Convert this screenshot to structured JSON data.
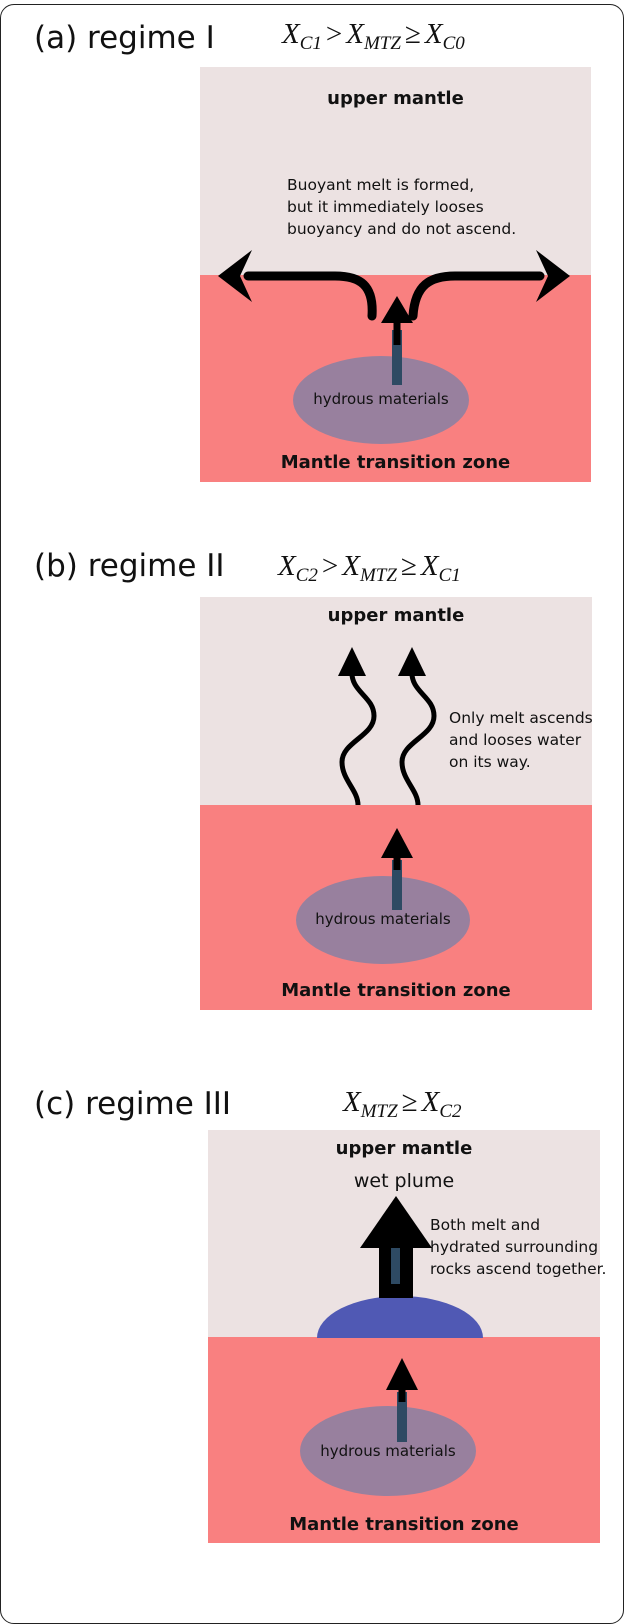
{
  "panels": {
    "a": {
      "label": "(a)  regime I",
      "formula": {
        "lhs": "X",
        "lhs_sub": "C1",
        "op1": ">",
        "mid": "X",
        "mid_sub": "MTZ",
        "op2": "≥",
        "rhs": "X",
        "rhs_sub": "C0"
      },
      "upper_label": "upper mantle",
      "note": [
        "Buoyant melt is formed,",
        "but it immediately looses",
        "buoyancy and do not ascend."
      ],
      "ellipse_label": "hydrous materials",
      "mtz_label": "Mantle transition zone"
    },
    "b": {
      "label": "(b)  regime II",
      "formula": {
        "lhs": "X",
        "lhs_sub": "C2",
        "op1": ">",
        "mid": "X",
        "mid_sub": "MTZ",
        "op2": "≥",
        "rhs": "X",
        "rhs_sub": "C1"
      },
      "upper_label": "upper mantle",
      "note": [
        "Only melt ascends",
        "and looses water",
        "on its way."
      ],
      "ellipse_label": "hydrous materials",
      "mtz_label": "Mantle transition zone"
    },
    "c": {
      "label": "(c)   regime III",
      "formula": {
        "mid": "X",
        "mid_sub": "MTZ",
        "op2": "≥",
        "rhs": "X",
        "rhs_sub": "C2"
      },
      "upper_label": "upper mantle",
      "plume_label": "wet plume",
      "note": [
        "Both melt and",
        "hydrated surrounding",
        "rocks ascend together."
      ],
      "ellipse_label": "hydrous materials",
      "mtz_label": "Mantle transition zone"
    }
  },
  "colors": {
    "upper_mantle": "#ece2e2",
    "transition_zone": "#f98080",
    "hydrous_ellipse": "#98809e",
    "wet_plume_blob": "#5059b4",
    "arrow": "#000000",
    "arrow_stem": "#2e4a63"
  }
}
